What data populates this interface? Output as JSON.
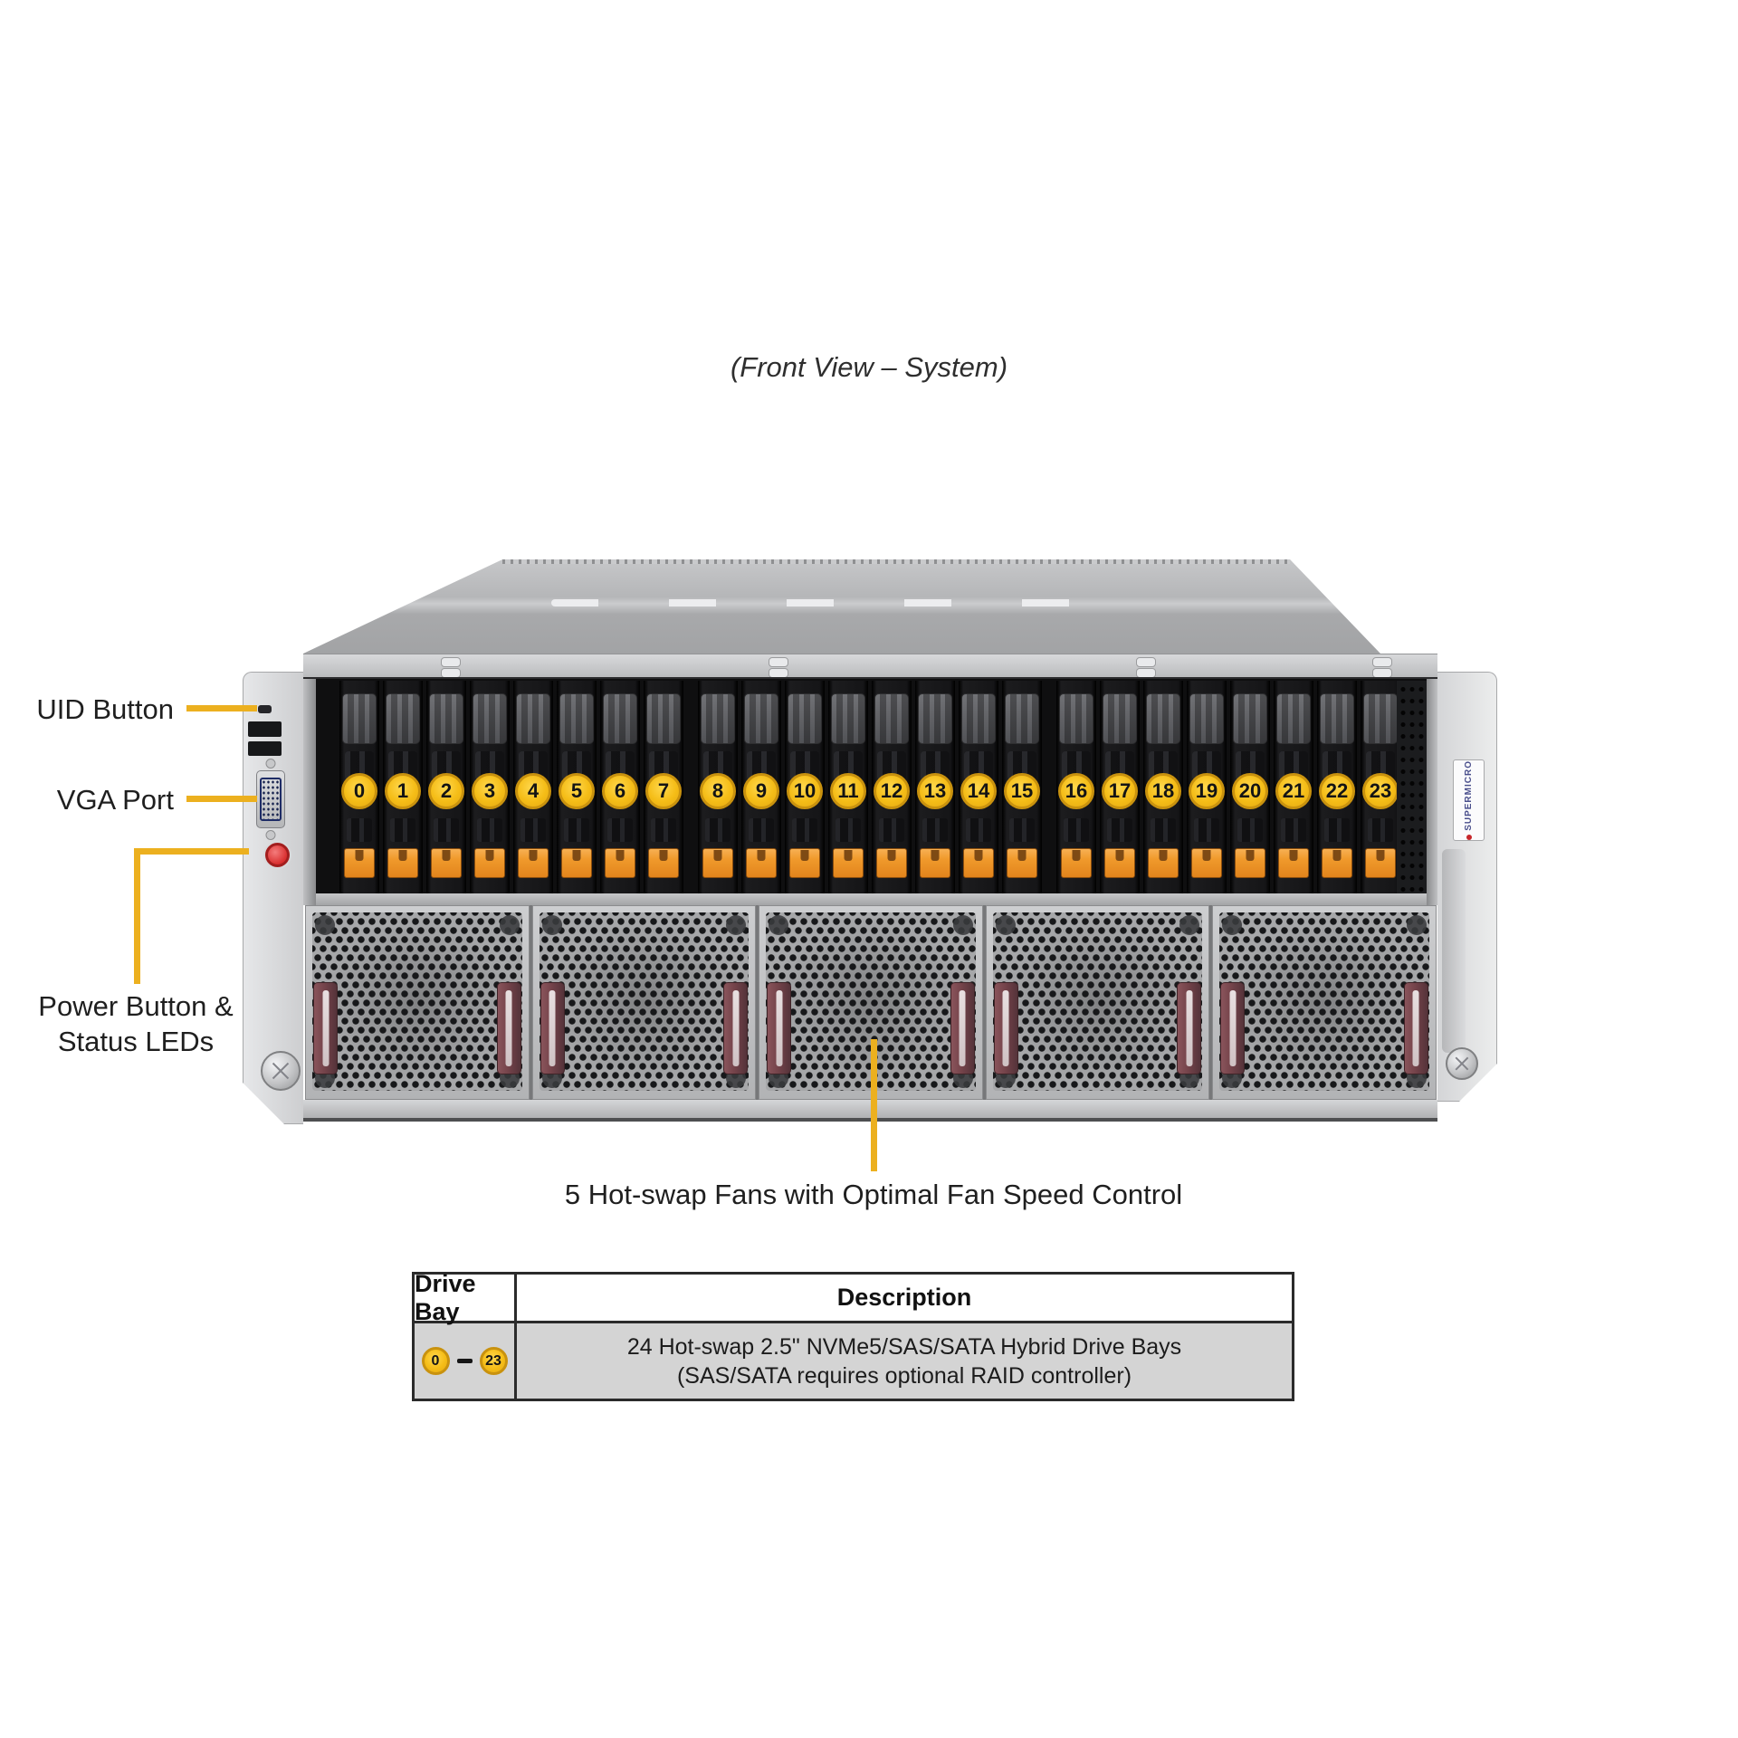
{
  "title": "(Front View – System)",
  "callouts": {
    "uid_button": "UID Button",
    "vga_port": "VGA Port",
    "power_button_line1": "Power Button &",
    "power_button_line2": "Status LEDs",
    "fans_caption": "5 Hot-swap Fans with Optimal Fan Speed Control"
  },
  "server": {
    "drive_bays": [
      "0",
      "1",
      "2",
      "3",
      "4",
      "5",
      "6",
      "7",
      "8",
      "9",
      "10",
      "11",
      "12",
      "13",
      "14",
      "15",
      "16",
      "17",
      "18",
      "19",
      "20",
      "21",
      "22",
      "23"
    ],
    "fan_count": 5,
    "logo_text": "SUPERMICRO"
  },
  "table": {
    "col_drive_bay": "Drive Bay",
    "col_description": "Description",
    "row": {
      "bay_range_start": "0",
      "bay_range_end": "23",
      "description_line1": "24 Hot-swap 2.5\" NVMe5/SAS/SATA Hybrid Drive Bays",
      "description_line2": "(SAS/SATA requires optional RAID controller)"
    }
  },
  "colors": {
    "callout-yellow": "#ecb01f",
    "bay-number-yellow": "#f5bd17",
    "bay-number-ring": "#c9920e",
    "latch-orange": "#f09a2c",
    "fan-handle-maroon": "#74434a",
    "power-button-red": "#d93030",
    "vga-blue": "#4a63b5",
    "logo-blue": "#4a4f8c",
    "logo-dot-red": "#c6262a"
  }
}
